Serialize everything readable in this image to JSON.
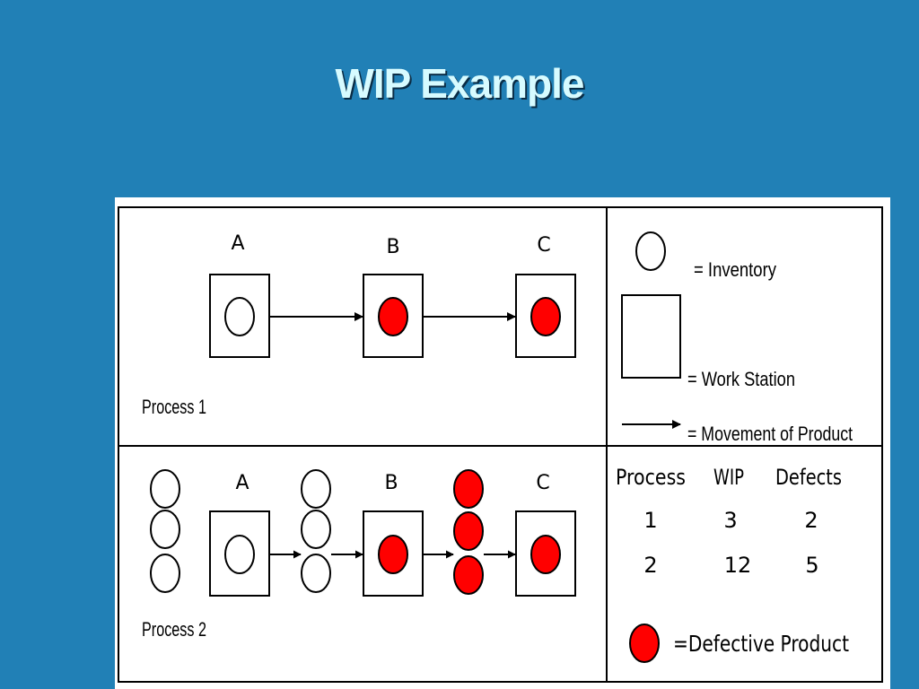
{
  "slide": {
    "title": "WIP Example"
  },
  "process1": {
    "stations": [
      "A",
      "B",
      "C"
    ],
    "label": "Process 1"
  },
  "process2": {
    "stations": [
      "A",
      "B",
      "C"
    ],
    "label": "Process 2"
  },
  "legend": {
    "inventory_label": "= Inventory",
    "work_station_label": "= Work Station",
    "movement_label": "= Movement of Product"
  },
  "table": {
    "headers": [
      "Process",
      "WIP",
      "Defects"
    ],
    "rows": [
      [
        "1",
        "3",
        "2"
      ],
      [
        "2",
        "12",
        "5"
      ]
    ]
  },
  "defect_legend": {
    "label": "=Defective Product"
  },
  "colors": {
    "background": "#2180b6",
    "title": "#d7fbff",
    "defective": "#ff0000"
  }
}
